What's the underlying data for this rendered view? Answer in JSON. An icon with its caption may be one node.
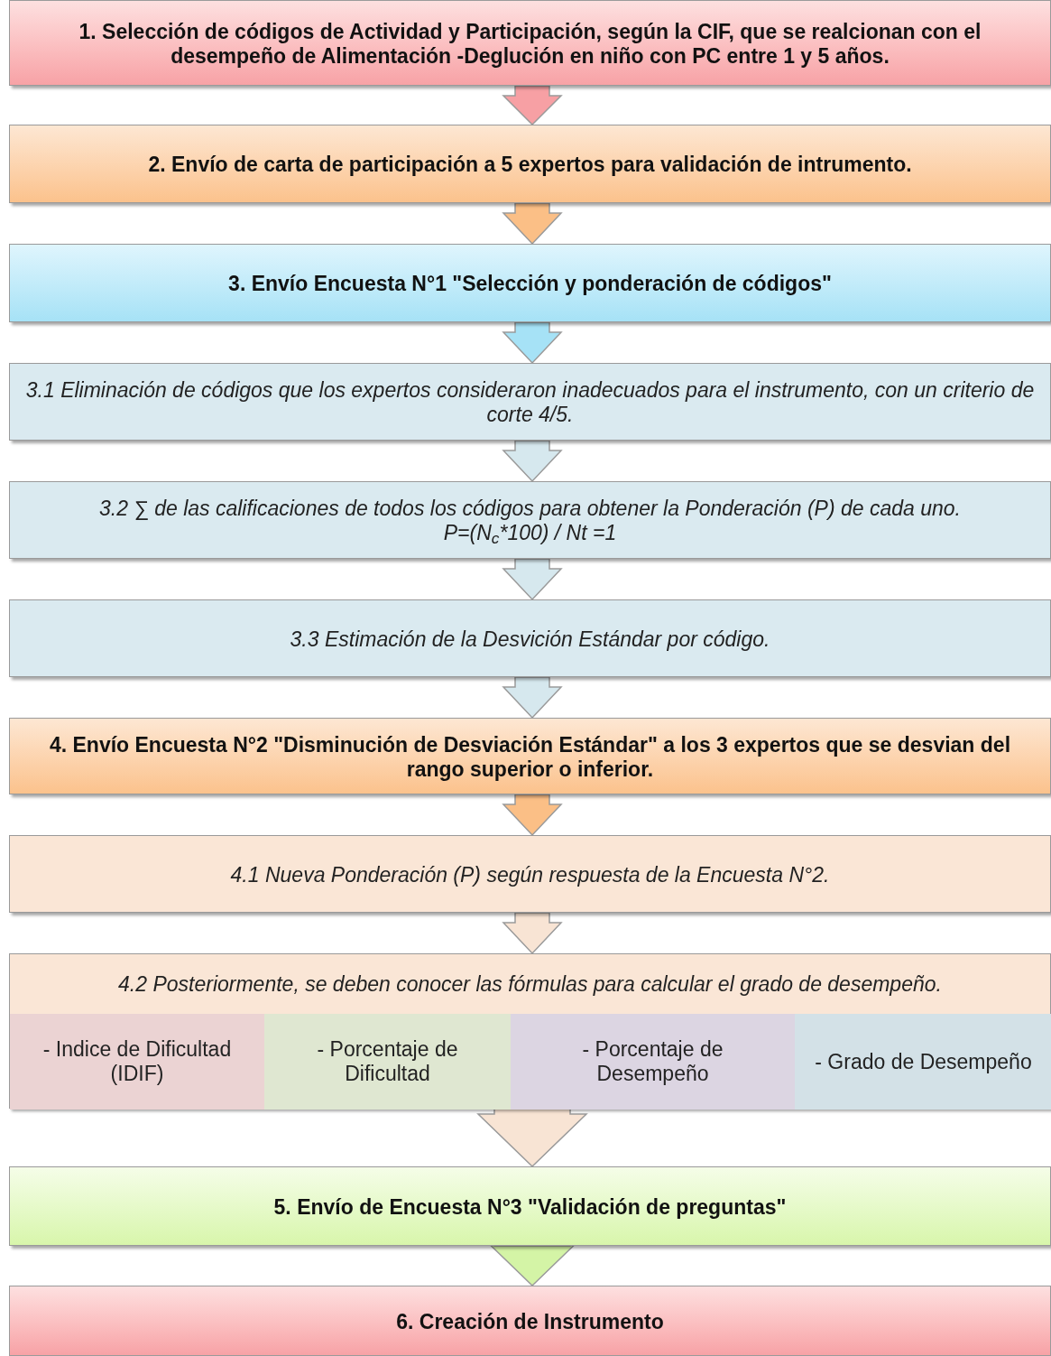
{
  "diagram": {
    "nodes": [
      {
        "text": [
          "1. Selección de códigos de Actividad y Participación, según la CIF, que se realcionan con el desempeño de Alimentación -Deglución en niño con PC entre 1 y 5 años."
        ]
      },
      {
        "text": [
          "2. Envío de carta de participación a 5 expertos para validación de intrumento."
        ]
      },
      {
        "text": [
          "3. Envío Encuesta N°1 \"Selección y ponderación de códigos\""
        ]
      },
      {
        "text": [
          "3.1 Eliminación de  códigos que los expertos consideraron inadecuados para el instrumento, con un criterio de corte 4/5."
        ]
      },
      {
        "text": [
          "3.2 ∑ de las calificaciones de todos los códigos para obtener la Ponderación (P) de cada uno.",
          "P=(N$_{c}$*100) / Nt =1"
        ]
      },
      {
        "text": [
          "3.3 Estimación de la Desvición Estándar por código."
        ]
      },
      {
        "text": [
          "4. Envío Encuesta N°2 \"Disminución de Desviación Estándar\" a los 3 expertos que se desvian del rango superior o inferior."
        ]
      },
      {
        "text": [
          "4.1 Nueva Ponderación (P) según respuesta de la Encuesta N°2."
        ]
      },
      {
        "text": [
          "4.2 Posteriormente, se deben conocer las fórmulas para calcular el grado de desempeño."
        ]
      },
      {
        "text": [
          "- Indice de Dificultad (IDIF)"
        ],
        "in": 8
      },
      {
        "text": [
          "- Porcentaje de Dificultad"
        ],
        "in": 8
      },
      {
        "text": [
          "- Porcentaje de Desempeño"
        ],
        "in": 8
      },
      {
        "text": [
          "- Grado de Desempeño"
        ],
        "in": 8
      },
      {
        "text": [
          "5. Envío de Encuesta N°3 \"Validación de preguntas\""
        ]
      },
      {
        "text": [
          "6. Creación de Instrumento"
        ]
      }
    ],
    "edges": [
      {
        "from": 0,
        "to": 1,
        "arrow": "to",
        "color": "#f7a0a4"
      },
      {
        "from": 1,
        "to": 2,
        "arrow": "to",
        "color": "#fbbf86"
      },
      {
        "from": 2,
        "to": 3,
        "arrow": "to",
        "color": "#a6e2f6"
      },
      {
        "from": 3,
        "to": 4,
        "arrow": "to"
      },
      {
        "from": 4,
        "to": 5,
        "arrow": "to"
      },
      {
        "from": 5,
        "to": 6,
        "arrow": "to"
      },
      {
        "from": 6,
        "to": 7,
        "arrow": "to",
        "color": "#fbbf86"
      },
      {
        "from": 7,
        "to": 8,
        "arrow": "to",
        "color": "#f8e4d4"
      },
      {
        "from": 8,
        "to": 13,
        "arrow": "to",
        "color": "#f8e4d4"
      },
      {
        "from": 13,
        "to": 14,
        "arrow": "to",
        "color": "#d4f4a6"
      }
    ]
  }
}
